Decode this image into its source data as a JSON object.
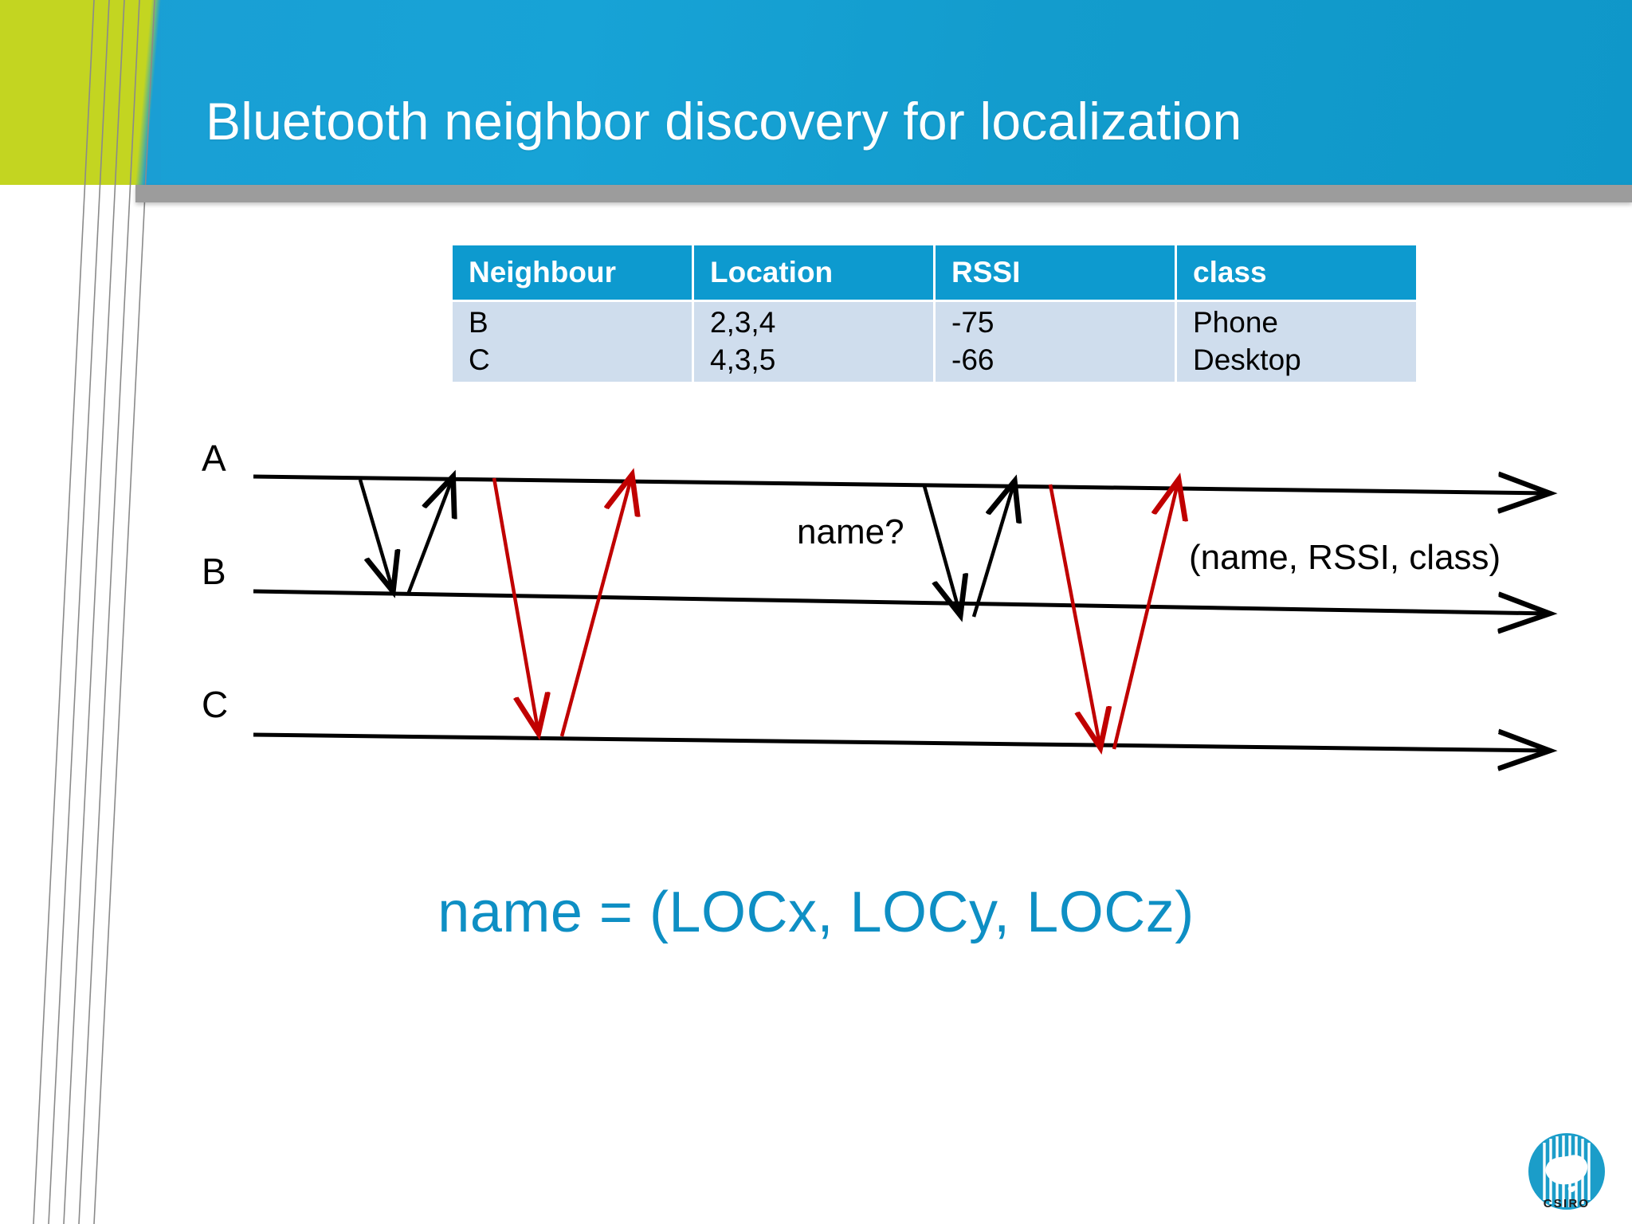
{
  "slide": {
    "title": "Bluetooth neighbor discovery for localization",
    "formula": "name = (LOCx, LOCy, LOCz)"
  },
  "theme": {
    "header_blue": "#17a3d6",
    "accent_green": "#c3d521",
    "table_header_blue": "#0d9acf",
    "table_body_blue": "#cfdded",
    "formula_teal": "#0e8fc4",
    "arrow_black": "#000000",
    "arrow_red": "#c00000",
    "gray_bar": "#9c9c9c"
  },
  "table": {
    "headers": [
      "Neighbour",
      "Location",
      "RSSI",
      "class"
    ],
    "rows": [
      {
        "neighbour": "B",
        "location": "2,3,4",
        "rssi": "-75",
        "class": "Phone"
      },
      {
        "neighbour": "C",
        "location": "4,3,5",
        "rssi": "-66",
        "class": "Desktop"
      }
    ],
    "columns": {
      "neighbour": [
        "B",
        "C"
      ],
      "location": [
        "2,3,4",
        "4,3,5"
      ],
      "rssi": [
        "-75",
        "-66"
      ],
      "class": [
        "Phone",
        "Desktop"
      ]
    }
  },
  "diagram": {
    "nodes": [
      {
        "label": "A"
      },
      {
        "label": "B"
      },
      {
        "label": "C"
      }
    ],
    "annotations": [
      {
        "text": "name?"
      },
      {
        "text": "(name, RSSI, class)"
      }
    ],
    "exchanges": [
      {
        "from": "A",
        "to": "B",
        "color": "#000000"
      },
      {
        "from": "B",
        "to": "A",
        "color": "#000000"
      },
      {
        "from": "A",
        "to": "C",
        "color": "#c00000"
      },
      {
        "from": "C",
        "to": "A",
        "color": "#c00000"
      },
      {
        "from": "A",
        "to": "B",
        "color": "#000000"
      },
      {
        "from": "B",
        "to": "A",
        "color": "#000000"
      },
      {
        "from": "A",
        "to": "C",
        "color": "#c00000"
      },
      {
        "from": "C",
        "to": "A",
        "color": "#c00000"
      }
    ]
  },
  "logo": {
    "name": "CSIRO"
  }
}
